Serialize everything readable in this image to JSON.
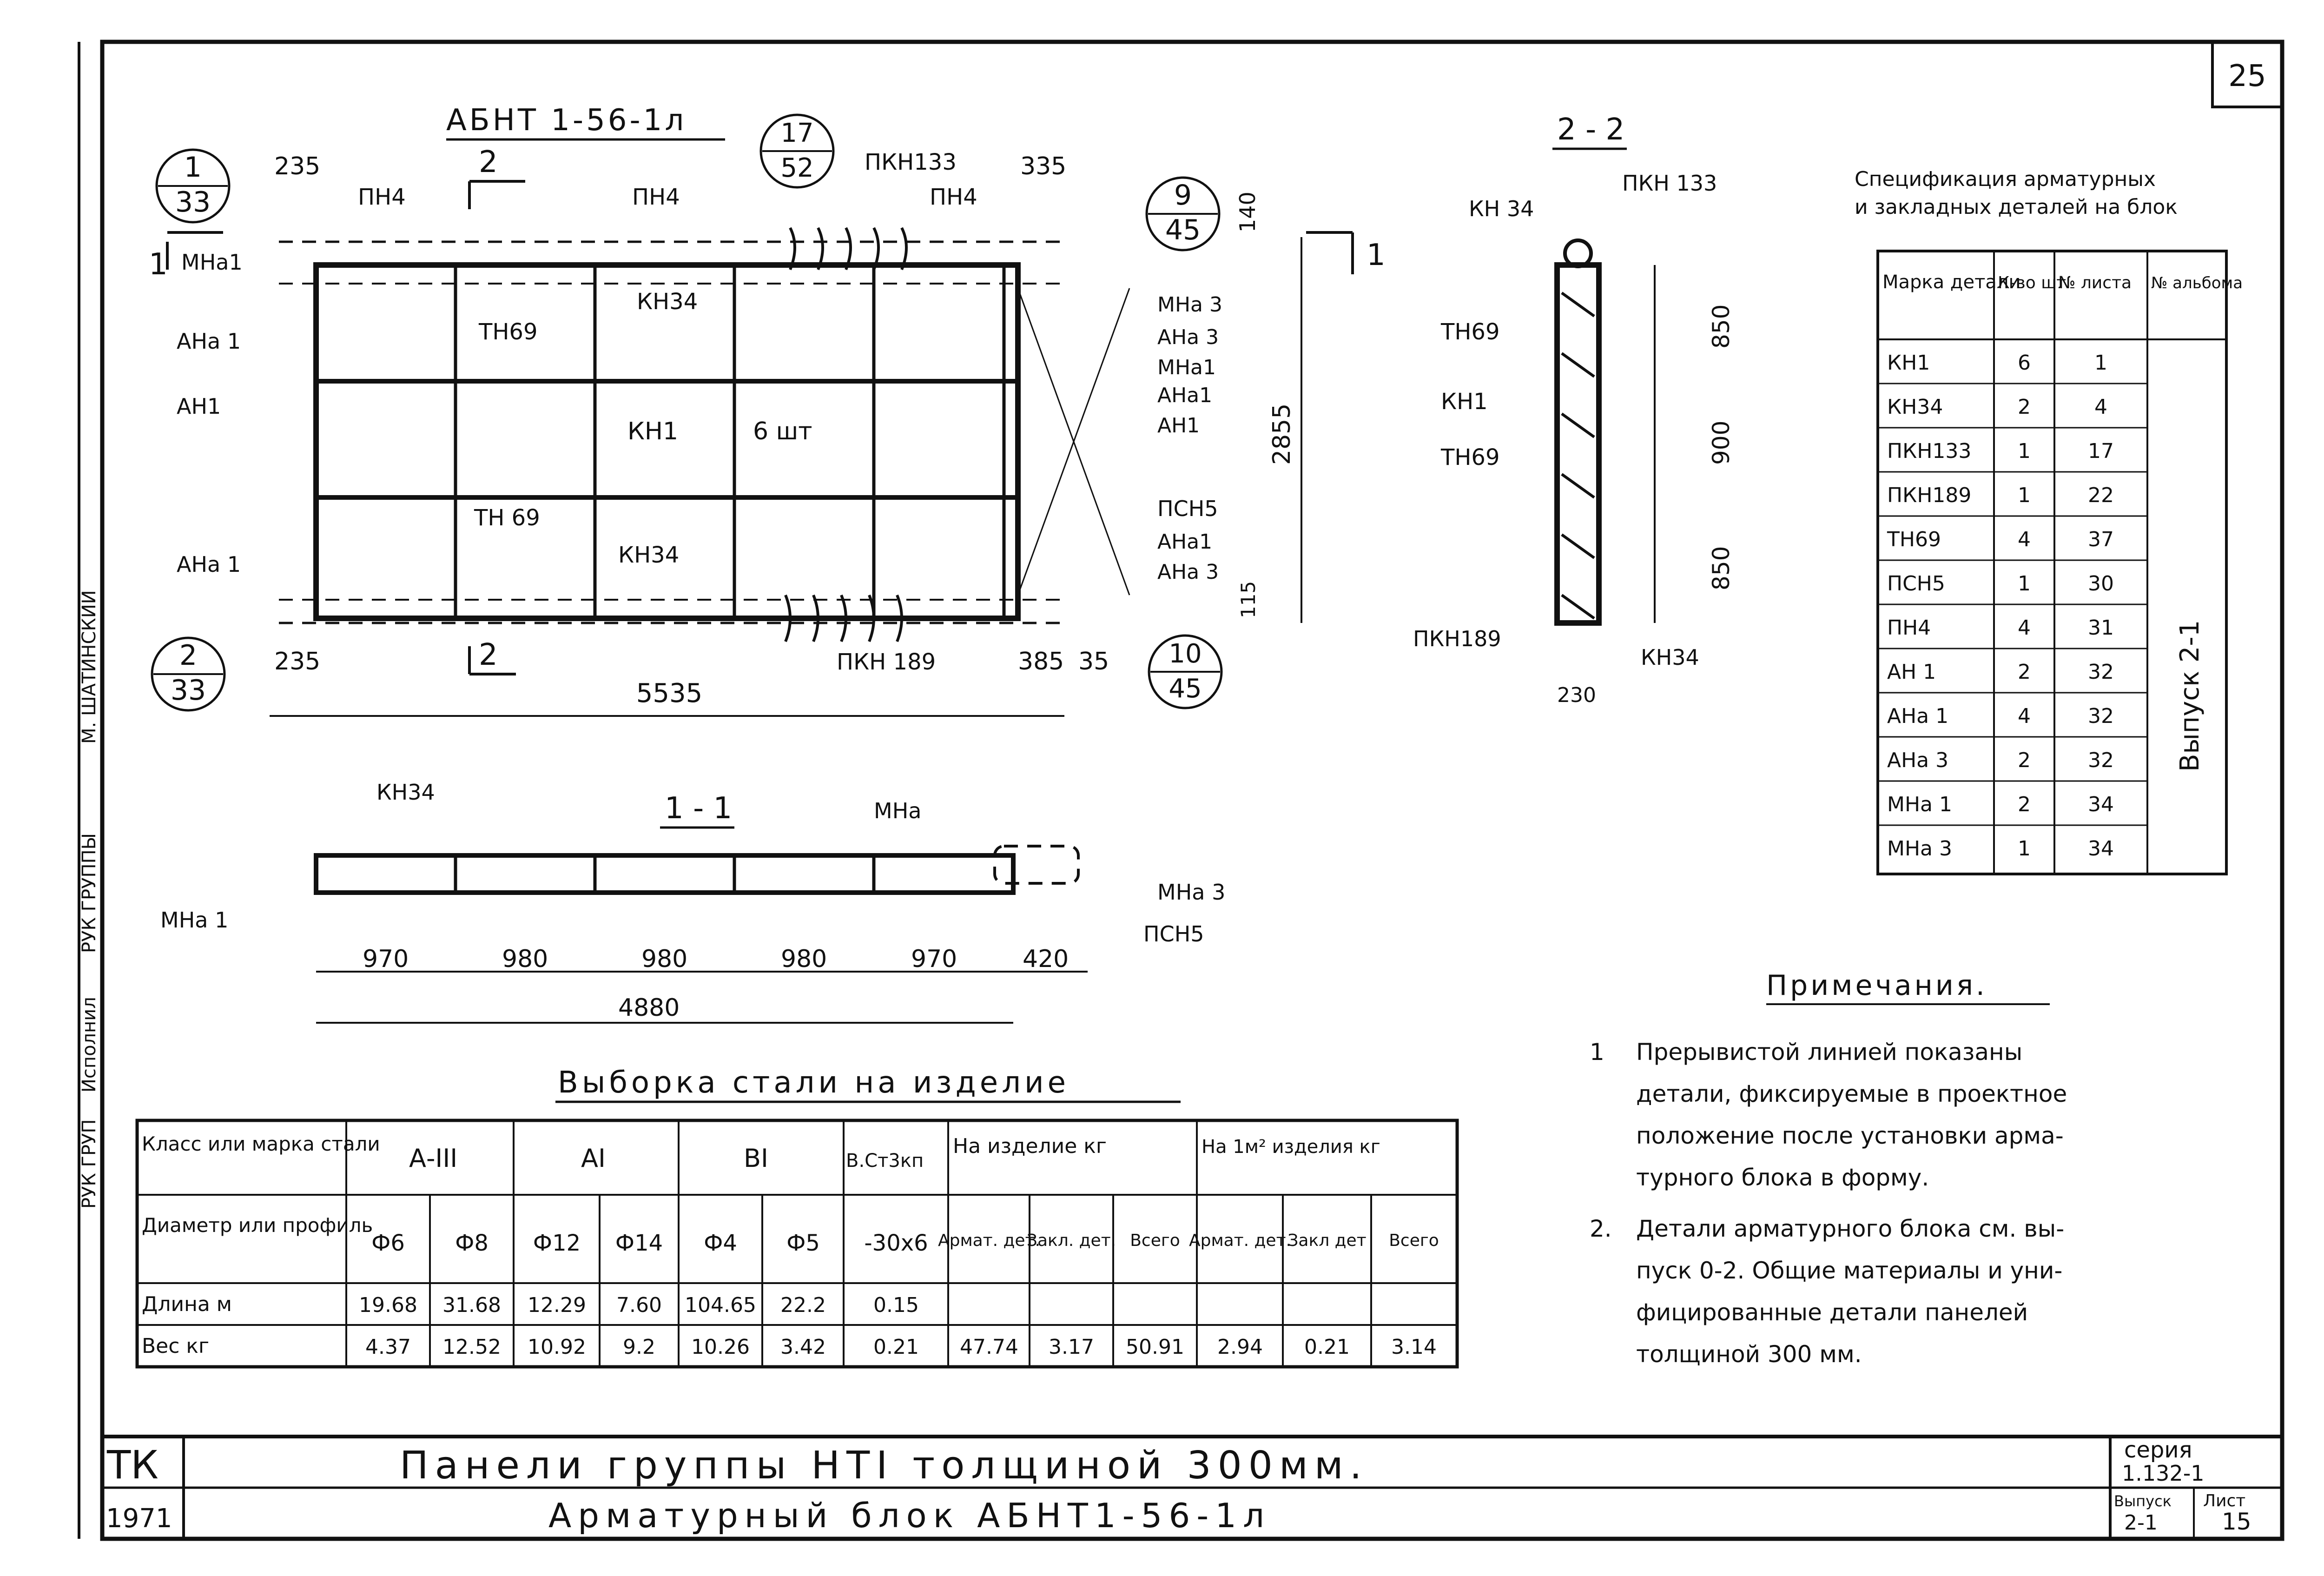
{
  "page_number": "25",
  "side_stamp": [
    "РУК ГРУП",
    "Исполнил",
    "РУК ГРУППЫ",
    "М. ШАТИНСКИЙ"
  ],
  "main_drawing": {
    "title": "АБНТ 1-56-1л",
    "bubbles": [
      {
        "top": "1",
        "bottom": "33"
      },
      {
        "top": "17",
        "bottom": "52"
      },
      {
        "top": "9",
        "bottom": "45"
      },
      {
        "top": "2",
        "bottom": "33"
      },
      {
        "top": "10",
        "bottom": "45"
      }
    ],
    "section_marks": [
      "1",
      "1",
      "2",
      "2"
    ],
    "dims": {
      "d235_top": "235",
      "d335": "335",
      "d140": "140",
      "d2855": "2855",
      "d115": "115",
      "d235_bot": "235",
      "d385": "385",
      "d35": "35",
      "d5535": "5535"
    },
    "labels": {
      "pn4_a": "ПН4",
      "pn4_b": "ПН4",
      "pn4_c": "ПН4",
      "pkn133": "ПКН133",
      "mna1_l": "МНа1",
      "ana1_l": "АНа 1",
      "an1_l": "АН1",
      "ana1_l2": "АНа 1",
      "kn34_top": "КН34",
      "tn69_top": "ТН69",
      "kn1": "КН1",
      "kn1_count": "6 шт",
      "tn69_bot": "ТН 69",
      "kn34_bot": "КН34",
      "pkn189": "ПКН 189",
      "mna3_r": "МНа 3",
      "ana3_r": "АНа 3",
      "mna1_r": "МНа1",
      "ana1_r": "АНа1",
      "an1_r": "АН1",
      "psn5_r": "ПСН5",
      "ana1_r2": "АНа1",
      "ana3_r2": "АНа 3"
    }
  },
  "section_22": {
    "title": "2 - 2",
    "labels": {
      "pkn133": "ПКН 133",
      "kn34_top": "КН 34",
      "tn69_a": "ТН69",
      "kn1": "КН1",
      "tn69_b": "ТН69",
      "pkn189": "ПКН189",
      "kn34_bot": "КН34"
    },
    "dims": {
      "d850a": "850",
      "d900": "900",
      "d850b": "850",
      "d230": "230"
    }
  },
  "spec_table": {
    "title_line1": "Спецификация арматурных",
    "title_line2": "и закладных деталей на блок",
    "headers": [
      "Марка детали",
      "К-во шт",
      "№ листа",
      "№ альбома"
    ],
    "album": "Выпуск 2-1",
    "rows": [
      [
        "КН1",
        "6",
        "1"
      ],
      [
        "КН34",
        "2",
        "4"
      ],
      [
        "ПКН133",
        "1",
        "17"
      ],
      [
        "ПКН189",
        "1",
        "22"
      ],
      [
        "ТН69",
        "4",
        "37"
      ],
      [
        "ПСН5",
        "1",
        "30"
      ],
      [
        "ПН4",
        "4",
        "31"
      ],
      [
        "АН 1",
        "2",
        "32"
      ],
      [
        "АНа 1",
        "4",
        "32"
      ],
      [
        "АНа 3",
        "2",
        "32"
      ],
      [
        "МНа 1",
        "2",
        "34"
      ],
      [
        "МНа 3",
        "1",
        "34"
      ]
    ]
  },
  "section_11": {
    "title": "1 - 1",
    "labels": {
      "kn34": "КН34",
      "mna": "МНа",
      "mna1": "МНа 1",
      "mna3": "МНа 3",
      "psn5": "ПСН5"
    },
    "dims": [
      "970",
      "980",
      "980",
      "980",
      "970",
      "420"
    ],
    "total": "4880"
  },
  "steel_table": {
    "title": "Выборка стали на изделие",
    "h_class": "Класс или марка стали",
    "h_diam": "Диаметр или профиль",
    "grades": [
      "А-III",
      "АI",
      "ВI",
      "В.Ст3кп"
    ],
    "per_product": "На изделие кг",
    "per_m2": "На 1м² изделия кг",
    "profiles": [
      "Ф6",
      "Ф8",
      "Ф12",
      "Ф14",
      "Ф4",
      "Ф5",
      "-30х6"
    ],
    "sub_headers": [
      "Армат. дет.",
      "Закл. дет.",
      "Всего",
      "Армат. дет.",
      "Закл дет",
      "Всего"
    ],
    "row_length": {
      "label": "Длина м",
      "values": [
        "19.68",
        "31.68",
        "12.29",
        "7.60",
        "104.65",
        "22.2",
        "0.15",
        "",
        "",
        "",
        "",
        "",
        ""
      ]
    },
    "row_weight": {
      "label": "Вес кг",
      "values": [
        "4.37",
        "12.52",
        "10.92",
        "9.2",
        "10.26",
        "3.42",
        "0.21",
        "47.74",
        "3.17",
        "50.91",
        "2.94",
        "0.21",
        "3.14"
      ]
    }
  },
  "notes": {
    "title": "Примечания.",
    "items": [
      {
        "num": "1",
        "lines": [
          "Прерывистой линией показаны",
          "детали, фиксируемые в проектное",
          "положение после установки арма-",
          "турного блока в форму."
        ]
      },
      {
        "num": "2.",
        "lines": [
          "Детали арматурного блока см. вы-",
          "пуск 0-2. Общие материалы и уни-",
          "фицированные детали панелей",
          "толщиной 300 мм."
        ]
      }
    ]
  },
  "title_block": {
    "tk": "ТК",
    "year": "1971",
    "line1": "Панели группы НТI толщиной 300мм.",
    "line2": "Арматурный блок АБНТ1-56-1л",
    "seria_label": "серия",
    "seria": "1.132-1",
    "vypusk_label": "Выпуск",
    "vypusk": "2-1",
    "list_label": "Лист",
    "list": "15"
  }
}
